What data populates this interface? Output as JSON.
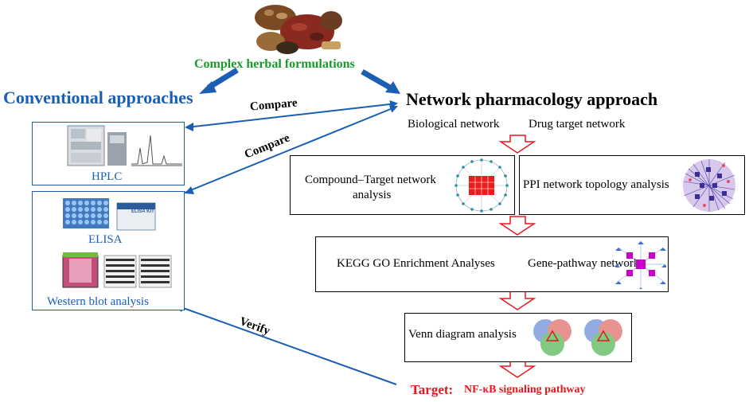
{
  "top": {
    "title": "Complex herbal formulations",
    "image_icon": "herbal-ingredients-photo"
  },
  "left": {
    "heading": "Conventional approaches",
    "hplc_label": "HPLC",
    "elisa_label": "ELISA",
    "western_label": "Western blot analysis",
    "elisa_kit_text": "ELISA KIT"
  },
  "right": {
    "heading": "Network pharmacology approach",
    "sub_left": "Biological network",
    "sub_right": "Drug target network",
    "ct_label_1": "Compound–Target network",
    "ct_label_2": "analysis",
    "ppi_label": "PPI network topology analysis",
    "kegg_label": "KEGG GO Enrichment Analyses",
    "gene_label": "Gene-pathway network",
    "venn_label": "Venn diagram analysis",
    "target_prefix": "Target:",
    "target_text": "NF-κB signaling pathway"
  },
  "arrows": {
    "compare_1": "Compare",
    "compare_2": "Compare",
    "verify": "Verify"
  },
  "colors": {
    "blue": "#1b5fb5",
    "green": "#1a9a2a",
    "red": "#e8171b",
    "magenta": "#cc00cc"
  }
}
